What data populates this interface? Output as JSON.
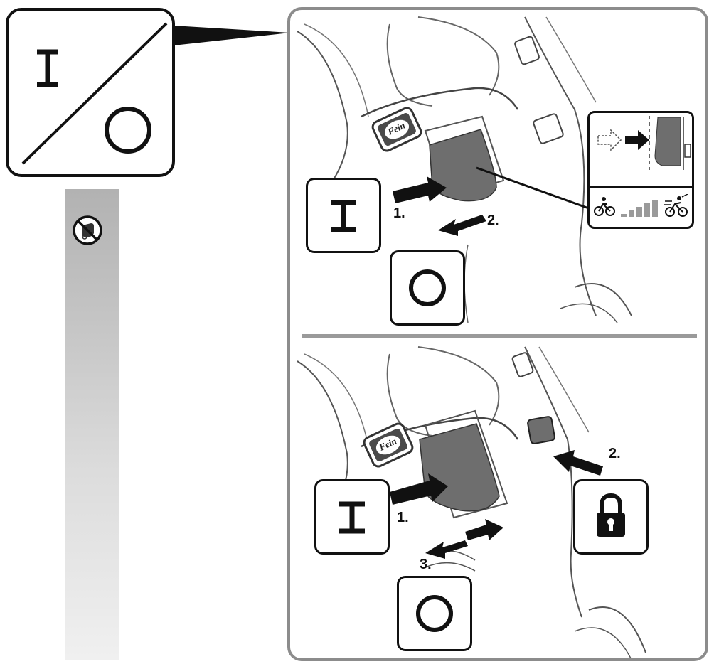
{
  "steps": {
    "top": [
      "1.",
      "2."
    ],
    "bottom": [
      "1.",
      "2.",
      "3."
    ]
  },
  "icons": {
    "main_symbol": "on-off-symbol-icon",
    "on_symbol": "on-i-symbol-icon",
    "off_symbol": "off-o-symbol-icon",
    "lock_symbol": "padlock-icon",
    "gloves_symbol": "no-gloves-warning-icon",
    "speed_slow": "bicycle-slow-icon",
    "speed_fast": "bicycle-fast-icon",
    "logo": "fein-logo"
  },
  "logo_text": "Fein",
  "colors": {
    "line": "#111111",
    "frame": "#8c8c8c",
    "switch_gray": "#6e6e6e",
    "sidebar_gray": "#b8b8b8"
  }
}
